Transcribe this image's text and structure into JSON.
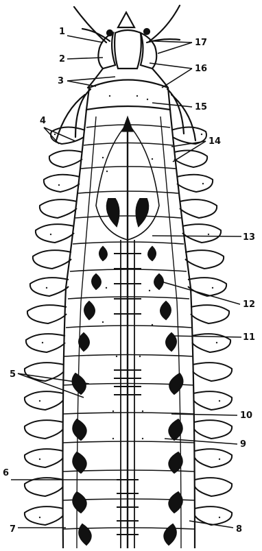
{
  "figure": {
    "labels": [
      {
        "id": "1",
        "text": "1"
      },
      {
        "id": "2",
        "text": "2"
      },
      {
        "id": "3",
        "text": "3"
      },
      {
        "id": "4",
        "text": "4"
      },
      {
        "id": "5",
        "text": "5"
      },
      {
        "id": "6",
        "text": "6"
      },
      {
        "id": "7",
        "text": "7"
      },
      {
        "id": "8",
        "text": "8"
      },
      {
        "id": "9",
        "text": "9"
      },
      {
        "id": "10",
        "text": "10"
      },
      {
        "id": "11",
        "text": "11"
      },
      {
        "id": "12",
        "text": "12"
      },
      {
        "id": "13",
        "text": "13"
      },
      {
        "id": "14",
        "text": "14"
      },
      {
        "id": "15",
        "text": "15"
      },
      {
        "id": "16",
        "text": "16"
      },
      {
        "id": "17",
        "text": "17"
      }
    ],
    "colors": {
      "ink": "#111111",
      "background": "#ffffff"
    }
  }
}
